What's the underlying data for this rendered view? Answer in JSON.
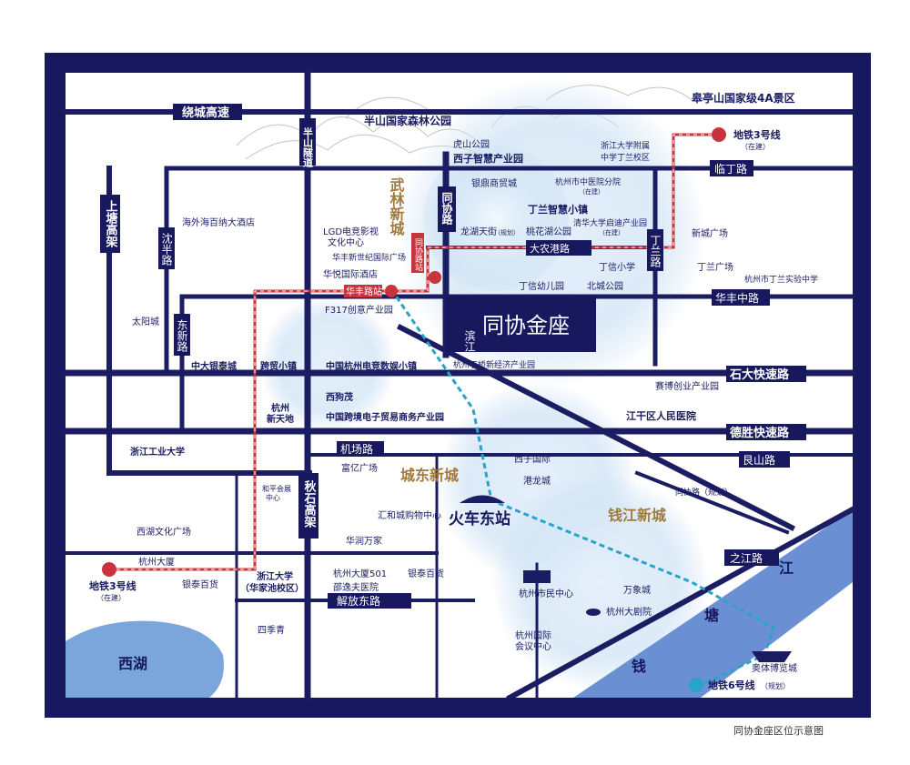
{
  "map": {
    "caption": "同协金座区位示意图",
    "colors": {
      "frame": "#17185e",
      "road": "#1b1d63",
      "lake": "#7aa6dc",
      "river": "#6b8fd3",
      "metro3": "#c8343b",
      "metro6": "#29a3c9",
      "highlight": "#a07a3c",
      "glow": "#cfe4f7"
    },
    "project": {
      "prefix": "滨江",
      "name": "同协金座"
    },
    "roads": {
      "raocheng": "绕城高速",
      "banshan_tunnel": "半山隧道",
      "shangtang": "上塘高架",
      "shenban": "沈半路",
      "dongxin": "东新路",
      "tongxie": "同协路",
      "dingding": "丁兰路",
      "linding": "临丁路",
      "danong": "大农港路",
      "huafeng": "华丰中路",
      "shida": "石大快速路",
      "desheng": "德胜快速路",
      "jichang": "机场路",
      "genshan": "艮山路",
      "tongxie_plan": "同协路（规划）",
      "zhijiang": "之江路",
      "qiushi": "秋石高架",
      "jiefang": "解放东路"
    },
    "districts": {
      "wulin": "武林新城",
      "chengdong": "城东新城",
      "qianjiang": "钱江新城",
      "train": "火车东站"
    },
    "water": {
      "xihu": "西湖",
      "river_chars": [
        "江",
        "塘",
        "钱"
      ]
    },
    "metro": {
      "line3_label": "地铁3号线",
      "line3_status": "（在建）",
      "line6_label": "地铁6号线",
      "line6_status": "（规划）",
      "huafeng_station": "华丰路站",
      "tongxie_station": "同协路站"
    },
    "pois": {
      "gaoting": "皋亭山国家级4A景区",
      "banshan": "半山国家森林公园",
      "hushan": "虎山公园",
      "xizi_zhihui": "西子智慧产业园",
      "yinding": "银鼎商贸城",
      "zhejiang_attach": "浙江大学附属",
      "zhejiang_attach2": "中学丁兰校区",
      "tcm": "杭州市中医院分院",
      "tcm_status": "（在建）",
      "dinglan_town": "丁兰智慧小镇",
      "haiwai": "海外海百纳大酒店",
      "lgd": "LGD电竞影视",
      "lgd2": "文化中心",
      "longhu": "龙湖天街",
      "longhu_status": "（规划）",
      "taohua": "桃花湖公园",
      "qinghua": "清华大学启迪产业园",
      "qinghua_status": "（在建）",
      "xincheng": "新城广场",
      "huafeng_plaza": "华丰新世纪国际广场",
      "dinglan_plaza": "丁兰广场",
      "huayue": "华悦国际酒店",
      "dingxin_school": "丁信小学",
      "shiyan": "杭州市丁兰实验中学",
      "taiyang": "太阳城",
      "dingxin_kg": "丁信幼儿园",
      "beicheng": "北城公园",
      "f317": "F317创意产业园",
      "zhongda": "中大银泰城",
      "kuamao": "跨贸小镇",
      "dianjing": "中国杭州电竞数娱小镇",
      "jingji": "杭州丁桥新经济产业园",
      "xigou": "西狗茂",
      "xintiandi": "杭州",
      "xintiandi2": "新天地",
      "saibo": "赛博创业产业园",
      "crossborder": "中国跨境电子贸易商务产业园",
      "jianggan": "江干区人民医院",
      "zjut": "浙江工业大学",
      "fuyi": "富亿广场",
      "xizi_intl": "西子国际",
      "ganglong": "港龙城",
      "hepinghui": "和平会展",
      "hepinghui2": "中心",
      "xicheng_culture": "西湖文化广场",
      "huihe": "汇和城购物中心",
      "huarun": "华润万家",
      "hzds": "杭州大厦",
      "zju": "浙江大学",
      "zju2": "（华家池校区）",
      "hzds501": "杭州大厦501",
      "yintai": "银泰百货",
      "yintai2": "银泰百货",
      "shaoyifu": "邵逸夫医院",
      "civic": "杭州市民中心",
      "wanxiang": "万象城",
      "grand_theatre": "杭州大剧院",
      "intl_conf": "杭州国际",
      "intl_conf2": "会议中心",
      "sijiqing": "四季青",
      "olympic": "奥体博览城"
    }
  }
}
